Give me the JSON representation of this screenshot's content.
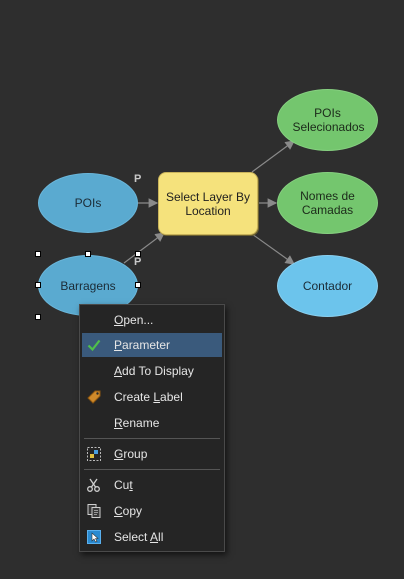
{
  "nodes": {
    "pois": "POIs",
    "barragens": "Barragens",
    "tool": "Select Layer By Location",
    "pois_selecionados": "POIs Selecionados",
    "nomes_camadas": "Nomes de Camadas",
    "contador": "Contador"
  },
  "param_mark": "P",
  "menu": {
    "open": {
      "u": "O",
      "rest": "pen..."
    },
    "parameter": {
      "u": "P",
      "rest": "arameter"
    },
    "add_to_display": {
      "u": "A",
      "rest": "dd To Display"
    },
    "create_label": {
      "pre": "Create ",
      "u": "L",
      "rest": "abel"
    },
    "rename": {
      "u": "R",
      "rest": "ename"
    },
    "group": {
      "u": "G",
      "rest": "roup"
    },
    "cut": {
      "pre": "Cu",
      "u": "t",
      "rest": ""
    },
    "copy": {
      "u": "C",
      "rest": "opy"
    },
    "select_all": {
      "pre": "Select ",
      "u": "A",
      "rest": "ll"
    }
  },
  "icons": {
    "parameter": "checkmark-icon",
    "create_label": "tag-icon",
    "group": "group-icon",
    "cut": "scissors-icon",
    "copy": "copy-icon",
    "select_all": "select-all-icon"
  },
  "colors": {
    "canvas": "#2e2e2e",
    "data_node": "#5aaad0",
    "output_value_node": "#6cc4ec",
    "output_node": "#74c66e",
    "tool_node": "#f5e27c",
    "menu_bg": "#252525",
    "menu_selected": "#3a5a7c"
  }
}
